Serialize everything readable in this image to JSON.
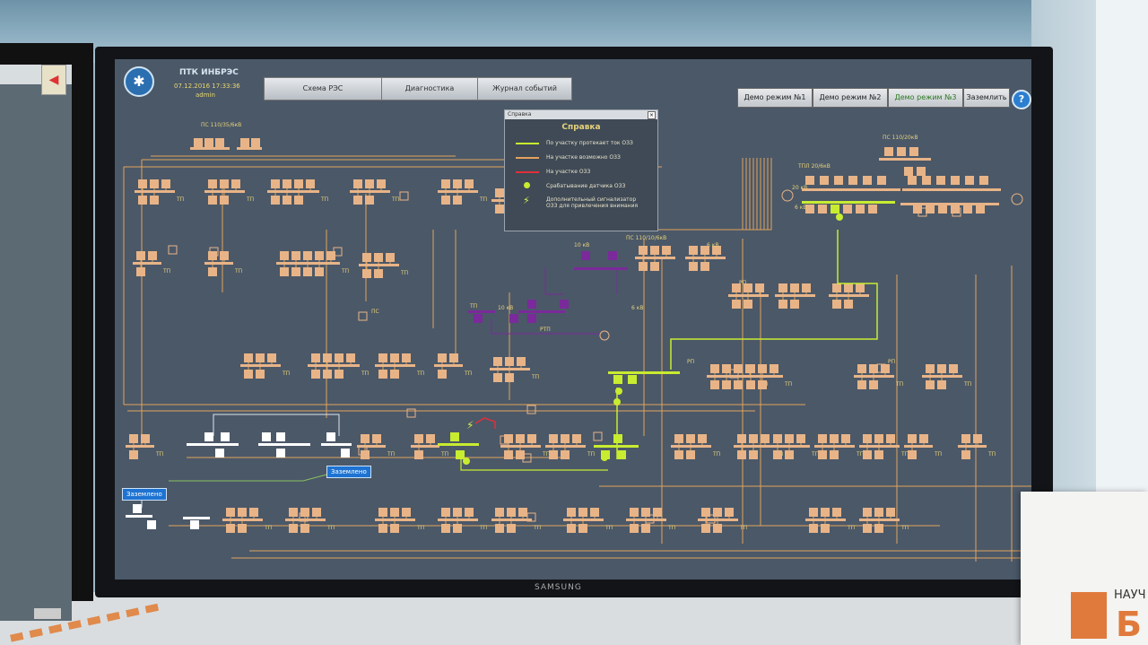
{
  "app": {
    "title": "ПТК ИНБРЭС",
    "datetime": "07.12.2016 17:33:36",
    "user": "admin"
  },
  "tabs": [
    {
      "label": "Схема РЭС"
    },
    {
      "label": "Диагностика"
    },
    {
      "label": "Журнал событий"
    }
  ],
  "demo_buttons": [
    {
      "label": "Демо режим №1"
    },
    {
      "label": "Демо режим №2"
    },
    {
      "label": "Демо режим №3"
    },
    {
      "label": "Заземлить"
    }
  ],
  "help_button": {
    "label": "?"
  },
  "help_window": {
    "window_title": "Справка",
    "heading": "Справка",
    "legend": [
      {
        "text": "По участку протекает ток ОЗЗ",
        "color": "#c8ec30",
        "kind": "line"
      },
      {
        "text": "На участке возможно ОЗЗ",
        "color": "#e2a35c",
        "kind": "line"
      },
      {
        "text": "На участке ОЗЗ",
        "color": "#e0303a",
        "kind": "line"
      },
      {
        "text": "Срабатывание датчика ОЗЗ",
        "color": "#c8ec30",
        "kind": "dot"
      },
      {
        "text": "Дополнительный сигнализатор ОЗЗ для привлечения внимания",
        "color": "#d8f04a",
        "kind": "bolt"
      }
    ]
  },
  "labels": {
    "ps_110_35": "ПС 110/35/6кВ",
    "ps_110_20": "ПС 110/20кВ",
    "tpl_20_6": "ТПЛ 20/6кВ",
    "kv20": "20 кВ",
    "kv6": "6 кВ",
    "ps_110_10": "ПС 110/10/6кВ",
    "kv10": "10 кВ",
    "kv6b": "6 кВ",
    "rp1": "РП",
    "rp2": "РП",
    "rp3": "РП",
    "rtp": "РТП",
    "tp_mid": "ТП",
    "ps_mid": "ПС",
    "kv10b": "10 кВ",
    "kv6c": "6 кВ",
    "tp": "ТП"
  },
  "badges": {
    "grounded_1": "Заземлено",
    "grounded_2": "Заземлено"
  },
  "colors": {
    "line_normal": "#e2a35c",
    "line_fault_current": "#c8ec30",
    "line_fault": "#e0303a",
    "node_normal": "#e8b487",
    "node_purple": "#7a2a9a",
    "node_grounded": "#ffffff",
    "screen_bg": "#4b5868"
  },
  "left_monitor": {
    "button_icon": "speaker-icon"
  },
  "monitor_brand": "SAMSUNG",
  "sign": {
    "text": "НАУЧ",
    "letter": "Б"
  }
}
